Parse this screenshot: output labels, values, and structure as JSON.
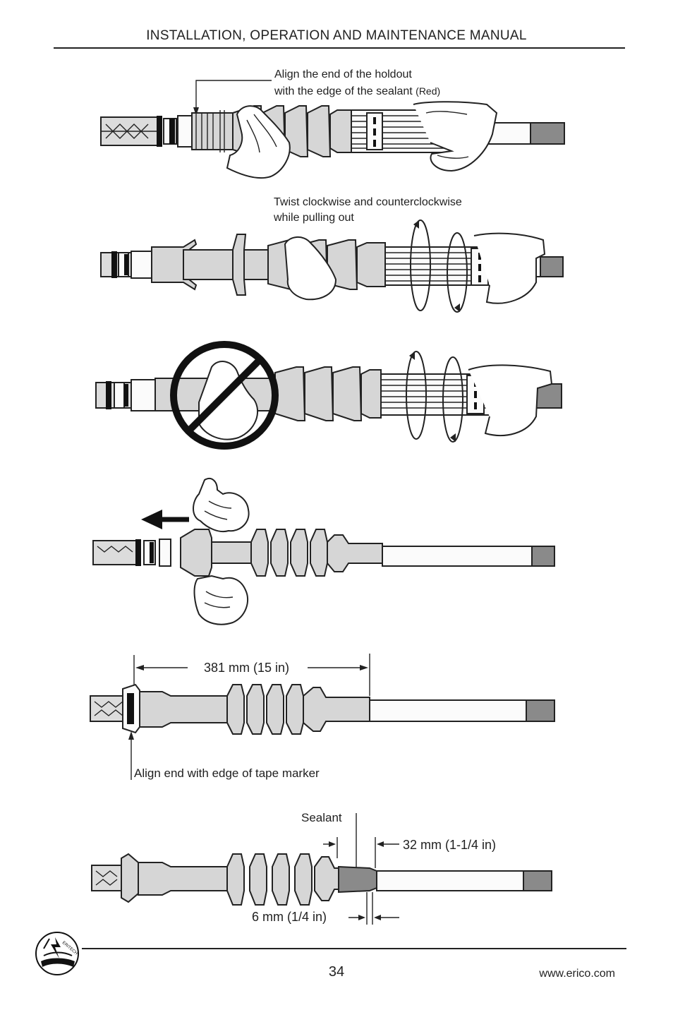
{
  "header": {
    "title": "INSTALLATION, OPERATION AND MAINTENANCE MANUAL"
  },
  "figures": {
    "step1": {
      "label_line1": "Align the end of the holdout",
      "label_line2": "with the edge of the sealant",
      "label_suffix": "(Red)"
    },
    "step2": {
      "label_line1": "Twist clockwise and counterclockwise",
      "label_line2": "while pulling out"
    },
    "step5": {
      "dimension": "381 mm (15 in)",
      "note": "Align end with edge of tape marker"
    },
    "step6": {
      "sealant_label": "Sealant",
      "dim_right": "32 mm (1-1/4 in)",
      "dim_bottom": "6 mm (1/4 in)"
    }
  },
  "footer": {
    "page_number": "34",
    "website": "www.erico.com",
    "logo_text": "ERITECH"
  },
  "icons": [
    "eritech-logo-icon",
    "prohibited-icon",
    "arrow-left-icon",
    "twist-arrow-icon"
  ]
}
